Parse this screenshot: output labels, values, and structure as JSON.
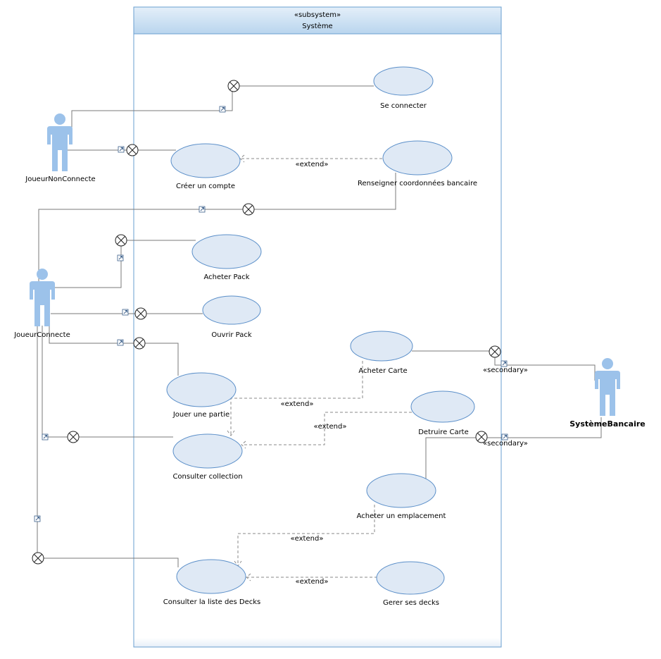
{
  "subsystem": {
    "stereotype": "«subsystem»",
    "name": "Système"
  },
  "actors": {
    "joueur_non_connecte": "JoueurNonConnecte",
    "joueur_connecte": "JoueurConnecte",
    "systeme_bancaire": "SystèmeBancaire"
  },
  "use_cases": {
    "se_connecter": "Se connecter",
    "creer_compte": "Créer un compte",
    "renseigner_coordonnees": "Renseigner coordonnées bancaire",
    "acheter_pack": "Acheter Pack",
    "ouvrir_pack": "Ouvrir Pack",
    "acheter_carte": "Acheter Carte",
    "jouer_partie": "Jouer une partie",
    "detruire_carte": "Detruire Carte",
    "consulter_collection": "Consulter collection",
    "acheter_emplacement": "Acheter un emplacement",
    "consulter_decks": "Consulter la liste des Decks",
    "gerer_decks": "Gerer ses decks"
  },
  "relations": {
    "extend": "«extend»",
    "secondary": "«secondary»"
  },
  "colors": {
    "subsystem_header": "#c9dff2",
    "subsystem_border": "#6a9fd0",
    "use_case_fill": "#dfe9f5",
    "use_case_border": "#5b8fc9",
    "actor": "#9cc2ea"
  }
}
